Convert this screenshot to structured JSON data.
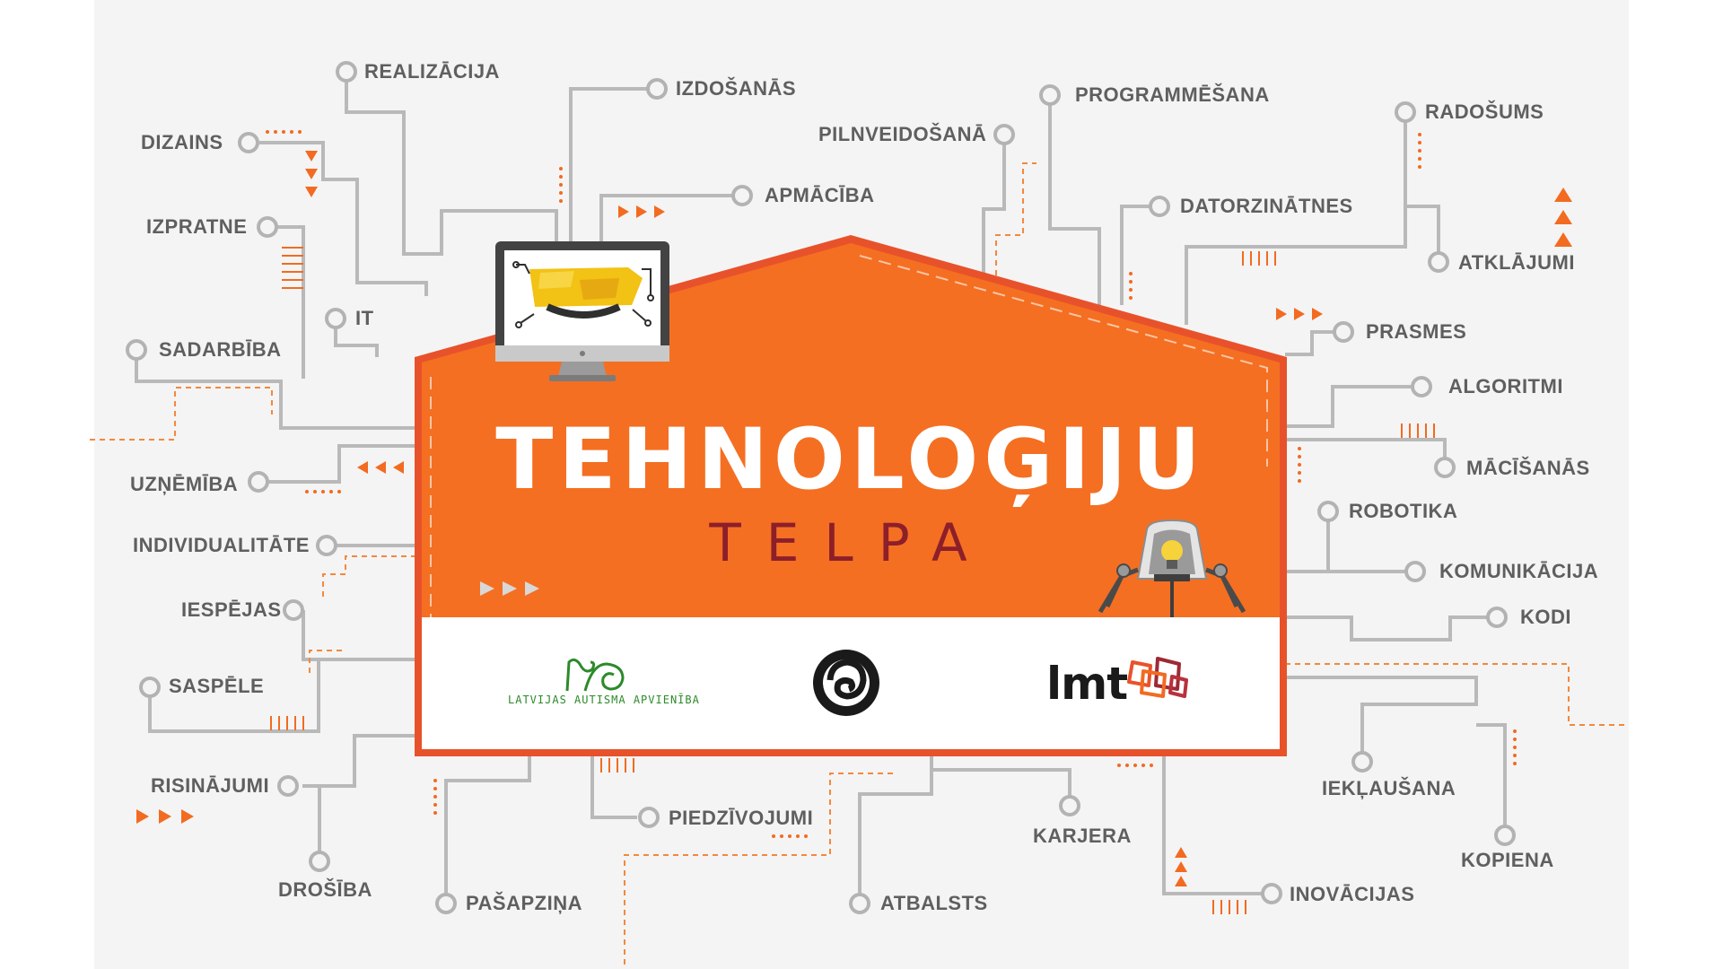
{
  "banner": {
    "title": "TEHNOLOĢIJU",
    "subtitle": "TELPA"
  },
  "logos": {
    "lav_text": "LATVIJAS AUTISMA APVIENĪBA",
    "lmt_text": "lmt"
  },
  "colors": {
    "orange": "#f26b21",
    "orange_border": "#e8522b",
    "line_gray": "#b9b9b9",
    "label_gray": "#5f5f5f",
    "subtitle_red": "#8d1f2a",
    "background": "#f4f4f4"
  },
  "icons": [
    "computer-monitor-icon",
    "robot-lightbulb-icon",
    "lav-logo-icon",
    "circle-logo-icon",
    "lmt-logo-icon"
  ],
  "labels": {
    "realizacija": "REALIZĀCIJA",
    "izdosanas": "IZDOŠANĀS",
    "dizains": "DIZAINS",
    "izpratne": "IZPRATNE",
    "apmaciba": "APMĀCĪBA",
    "it": "IT",
    "sadarbiba": "SADARBĪBA",
    "uznemiba": "UZŅĒMĪBA",
    "individualitate": "INDIVIDUALITĀTE",
    "iespejas": "IESPĒJAS",
    "saspele": "SASPĒLE",
    "risinajumi": "RISINĀJUMI",
    "drosiba": "DROŠĪBA",
    "pasapzina": "PAŠAPZIŅA",
    "piedzivojumi": "PIEDZĪVOJUMI",
    "atbalsts": "ATBALSTS",
    "karjera": "KARJERA",
    "inovacijas": "INOVĀCIJAS",
    "programmesana": "PROGRAMMĒŠANA",
    "pilnveidosana": "PILNVEIDOŠANĀ",
    "datorzinatnes": "DATORZINĀTNES",
    "radosums": "RADOŠUMS",
    "atklajumi": "ATKLĀJUMI",
    "prasmes": "PRASMES",
    "algoritmi": "ALGORITMI",
    "macisanas": "MĀCĪŠANĀS",
    "robotika": "ROBOTIKA",
    "komunikacija": "KOMUNIKĀCIJA",
    "kodi": "KODI",
    "ieklausana": "IEKĻAUŠANA",
    "kopiena": "KOPIENA"
  }
}
